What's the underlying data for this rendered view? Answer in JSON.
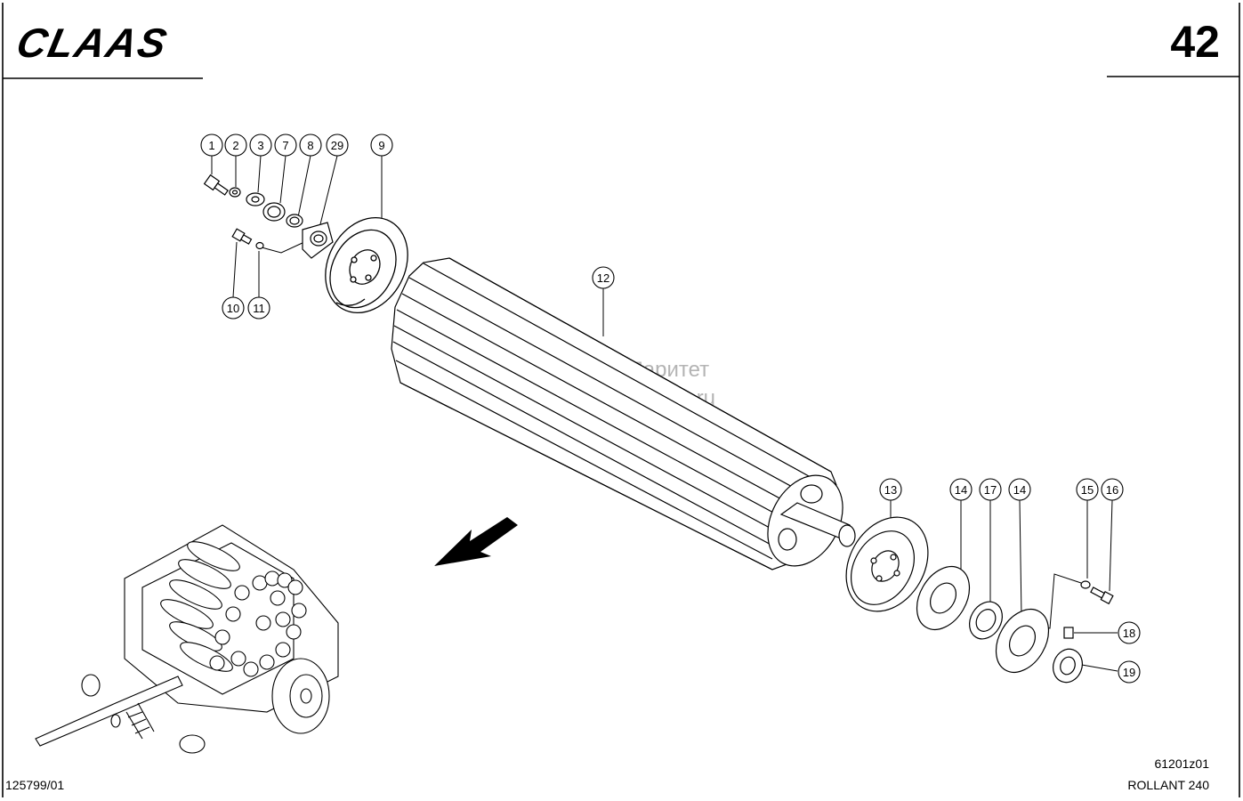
{
  "header": {
    "brand": "CLAAS",
    "page_number": "42"
  },
  "footer": {
    "document_number": "125799/01",
    "figure_code": "61201z01",
    "model": "ROLLANT 240"
  },
  "watermark": {
    "line1": "ООО Паритет",
    "line2": "rostov-paritet.ru"
  },
  "callouts": {
    "c1": "1",
    "c2": "2",
    "c3": "3",
    "c7": "7",
    "c8": "8",
    "c29": "29",
    "c9": "9",
    "c10": "10",
    "c11": "11",
    "c12": "12",
    "c13": "13",
    "c14a": "14",
    "c17": "17",
    "c14b": "14",
    "c15": "15",
    "c16": "16",
    "c18": "18",
    "c19": "19"
  }
}
